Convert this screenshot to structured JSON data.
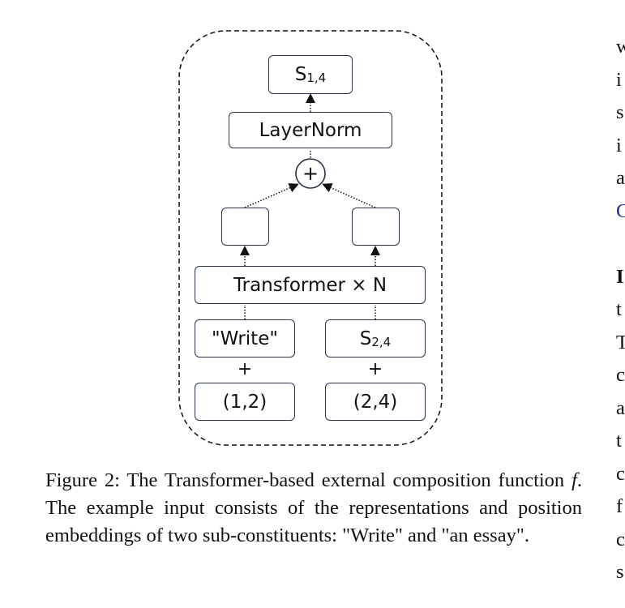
{
  "diagram": {
    "top_label": "S",
    "top_label_sub": "1,4",
    "layernorm": "LayerNorm",
    "sum_symbol": "+",
    "transformer": "Transformer × N",
    "left_token": "\"Write\"",
    "right_token": "S",
    "right_token_sub": "2,4",
    "left_plus": "+",
    "right_plus": "+",
    "left_pos": "(1,2)",
    "right_pos": "(2,4)"
  },
  "caption": {
    "prefix": "Figure 2: The Transformer-based external composition function ",
    "symbol": "f",
    "rest": ". The example input consists of the representations and position embeddings of two sub-constituents: \"Write\" and \"an essay\"."
  },
  "right_column": [
    "w",
    "i",
    "s",
    "i",
    "a",
    "C",
    "",
    "I",
    "t",
    "T",
    "c",
    "a",
    "t",
    "c",
    "f",
    "c",
    "s"
  ]
}
